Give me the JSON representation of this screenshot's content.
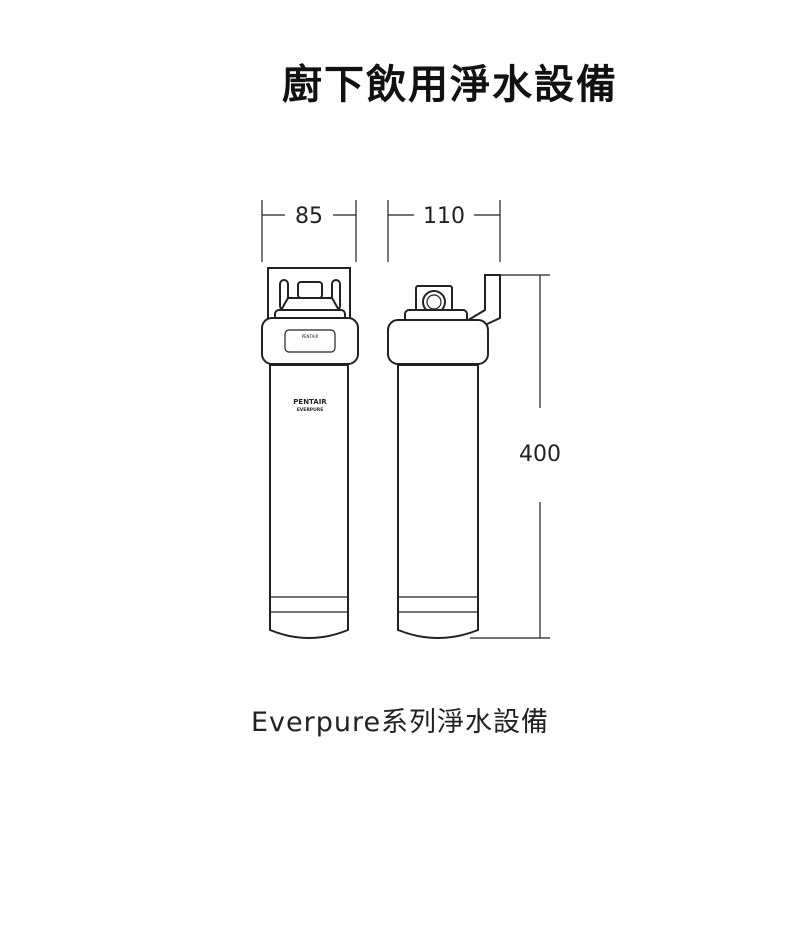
{
  "title": "廚下飲用淨水設備",
  "dimensions": {
    "width_front": "85",
    "width_side": "110",
    "height": "400"
  },
  "product_label": {
    "brand": "PENTAIR",
    "sub": "EVERPURE"
  },
  "caption": "Everpure系列淨水設備"
}
